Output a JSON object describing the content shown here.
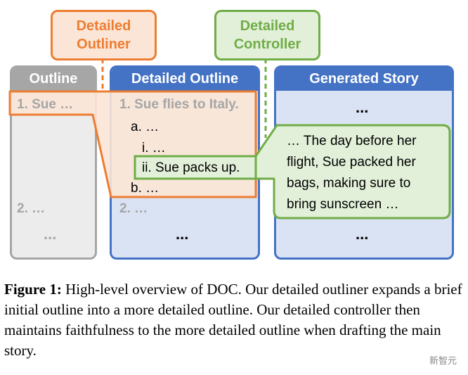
{
  "labels": {
    "outliner_line1": "Detailed",
    "outliner_line2": "Outliner",
    "controller_line1": "Detailed",
    "controller_line2": "Controller"
  },
  "columns": {
    "outline": {
      "title": "Outline",
      "item1": "1. Sue …",
      "item2": "2. …",
      "dots": "..."
    },
    "detailed": {
      "title": "Detailed Outline",
      "item1": "1. Sue flies to Italy.",
      "item1a": "a. …",
      "item1ai": "i. …",
      "item1aii": "ii. Sue packs up.",
      "item1b": "b. …",
      "item2": "2. …",
      "dots": "..."
    },
    "story": {
      "title": "Generated Story",
      "dots_top": "...",
      "passage_line1": "… The day before her",
      "passage_line2": "flight, Sue packed her",
      "passage_line3": "bags, making sure to",
      "passage_line4": "bring sunscreen …",
      "dots_bottom": "..."
    }
  },
  "caption": {
    "label": "Figure 1:",
    "text": "High-level overview of DOC. Our detailed outliner expands a brief initial outline into a more detailed outline. Our detailed controller then maintains faithfulness to the more detailed outline when drafting the main story."
  },
  "watermark": "新智元",
  "colors": {
    "orange": "#ed7d31",
    "orange_fill": "#fbe5d6",
    "green": "#70ad47",
    "green_fill": "#e2f0d9",
    "blue": "#4472c4",
    "blue_fill": "#dae3f3",
    "gray": "#a6a6a6"
  }
}
